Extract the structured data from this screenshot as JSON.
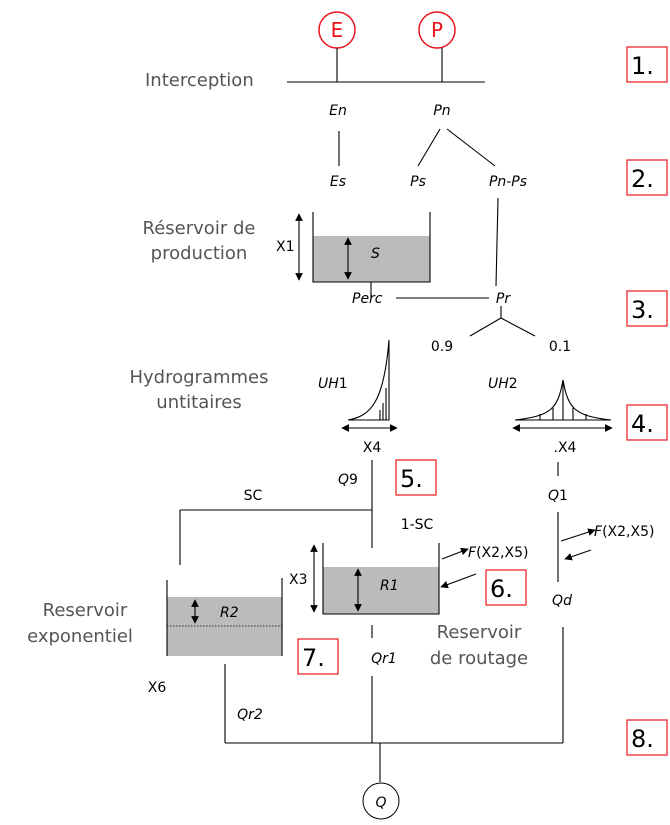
{
  "inputs": {
    "evap": "E",
    "precip": "P"
  },
  "sections": {
    "interception": "Interception",
    "production_line1": "Réservoir de",
    "production_line2": "production",
    "uh_line1": "Hydrogrammes",
    "uh_line2": "untitaires",
    "exp_line1": "Reservoir",
    "exp_line2": "exponentiel",
    "routing_line1": "Reservoir",
    "routing_line2": "de routage"
  },
  "variables": {
    "en": "En",
    "pn": "Pn",
    "es": "Es",
    "ps": "Ps",
    "pnps": "Pn-Ps",
    "s": "S",
    "perc": "Perc",
    "pr": "Pr",
    "uh1_prefix": "UH",
    "uh1_suffix": "1",
    "uh2_prefix": "UH",
    "uh2_suffix": "2",
    "q9_prefix": "Q",
    "q9_suffix": "9",
    "q1_prefix": "Q",
    "q1_suffix": "1",
    "r1": "R1",
    "r2": "R2",
    "qd": "Qd",
    "qr1": "Qr1",
    "qr2": "Qr2",
    "q": "Q",
    "f_prefix": "F",
    "f_args": "(X2,X5)"
  },
  "parameters": {
    "x1": "X1",
    "x3": "X3",
    "x4": "X4",
    "x4_dot": ".X4",
    "x6": "X6",
    "split_09": "0.9",
    "split_01": "0.1",
    "sc": "SC",
    "one_minus_sc": "1-SC"
  },
  "steps": [
    "1.",
    "2.",
    "3.",
    "4.",
    "5.",
    "6.",
    "7.",
    "8."
  ],
  "colors": {
    "input_red": "#e8141b",
    "step_red": "#e8141b",
    "reservoir_fill": "#bbbbbb",
    "section_gray": "#555555"
  }
}
